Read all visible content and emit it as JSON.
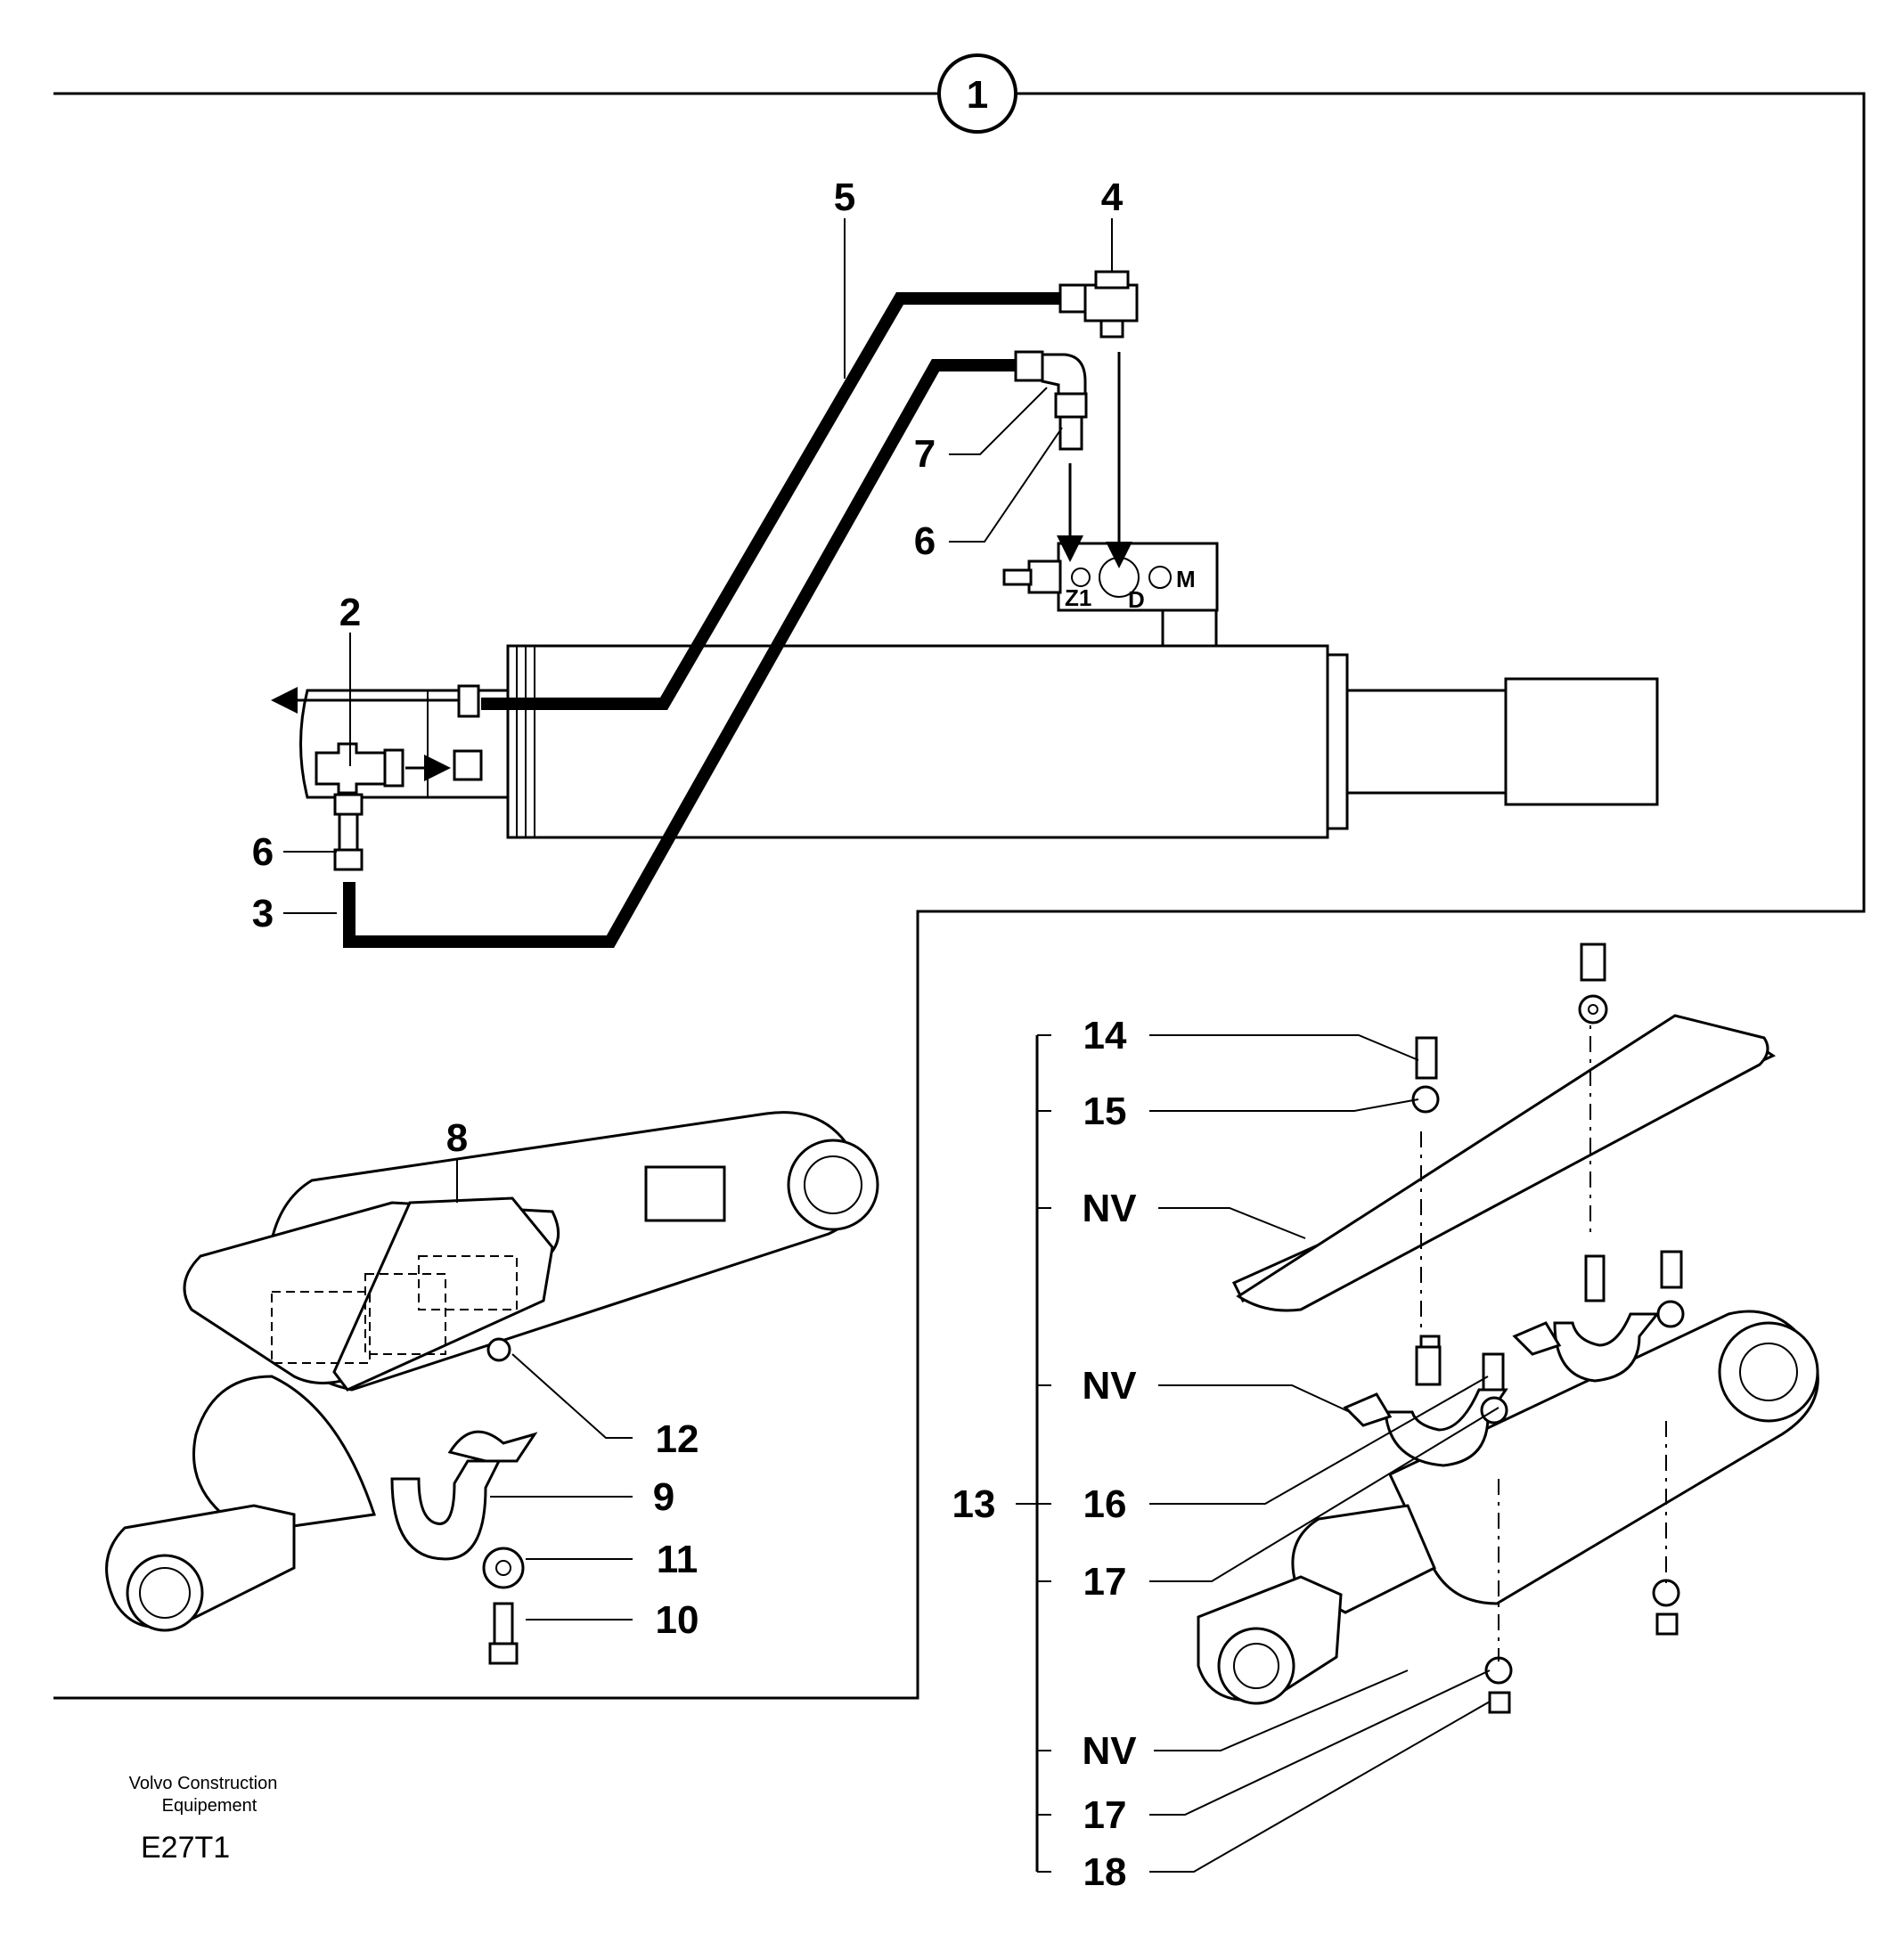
{
  "diagram": {
    "detail_marker": "1",
    "callouts": {
      "c2": "2",
      "c3": "3",
      "c4": "4",
      "c5": "5",
      "c6_top": "6",
      "c6_left": "6",
      "c7": "7",
      "c8": "8",
      "c9": "9",
      "c10": "10",
      "c11": "11",
      "c12": "12",
      "c13": "13",
      "c14": "14",
      "c15": "15",
      "c16": "16",
      "c17_a": "17",
      "c17_b": "17",
      "c18": "18",
      "nv_a": "NV",
      "nv_b": "NV",
      "nv_c": "NV"
    },
    "port_labels": {
      "z1": "Z1",
      "d": "D",
      "m": "M"
    },
    "footer": {
      "company_line1": "Volvo Construction",
      "company_line2": "Equipement",
      "code": "E27T1"
    }
  }
}
